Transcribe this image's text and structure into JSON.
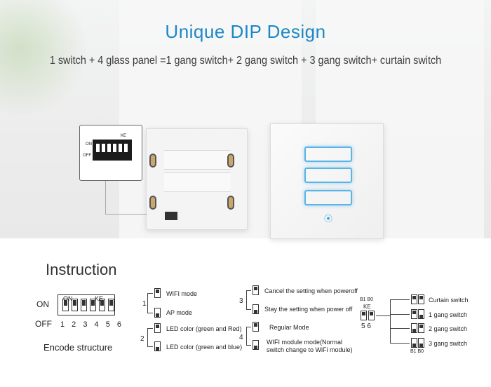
{
  "header": {
    "title": "Unique DIP Design",
    "subtitle": "1 switch + 4 glass panel =1 gang switch+ 2 gang switch + 3 gang switch+ curtain switch"
  },
  "zoom": {
    "label_on": "ON",
    "label_ke": "KE",
    "label_off": "OFF"
  },
  "instruction": {
    "title": "Instruction",
    "on": "ON",
    "off": "OFF",
    "dip_on": "ON",
    "dip_ke": "KE",
    "numbers": "1 2 3 4 5 6",
    "encode": "Encode structure",
    "group1": {
      "num": "1",
      "a": "WIFI mode",
      "b": "AP mode"
    },
    "group2": {
      "num": "2",
      "a": "LED color (green and Red)",
      "b": "LED color (green and blue)"
    },
    "group3": {
      "num": "3",
      "a": "Cancel the setting when poweroff",
      "b": "Stay the setting when power off"
    },
    "group4": {
      "num": "4",
      "a": "Regular Mode",
      "b1": "WIFI module mode(Normal",
      "b2": "switch change to WiFi module)"
    },
    "modes": {
      "head": "B1 B0",
      "ke": "KE",
      "nums": "5 6",
      "foot": "B1 B0",
      "items": [
        "Curtain switch",
        "1 gang switch",
        "2 gang switch",
        "3 gang switch"
      ]
    }
  }
}
